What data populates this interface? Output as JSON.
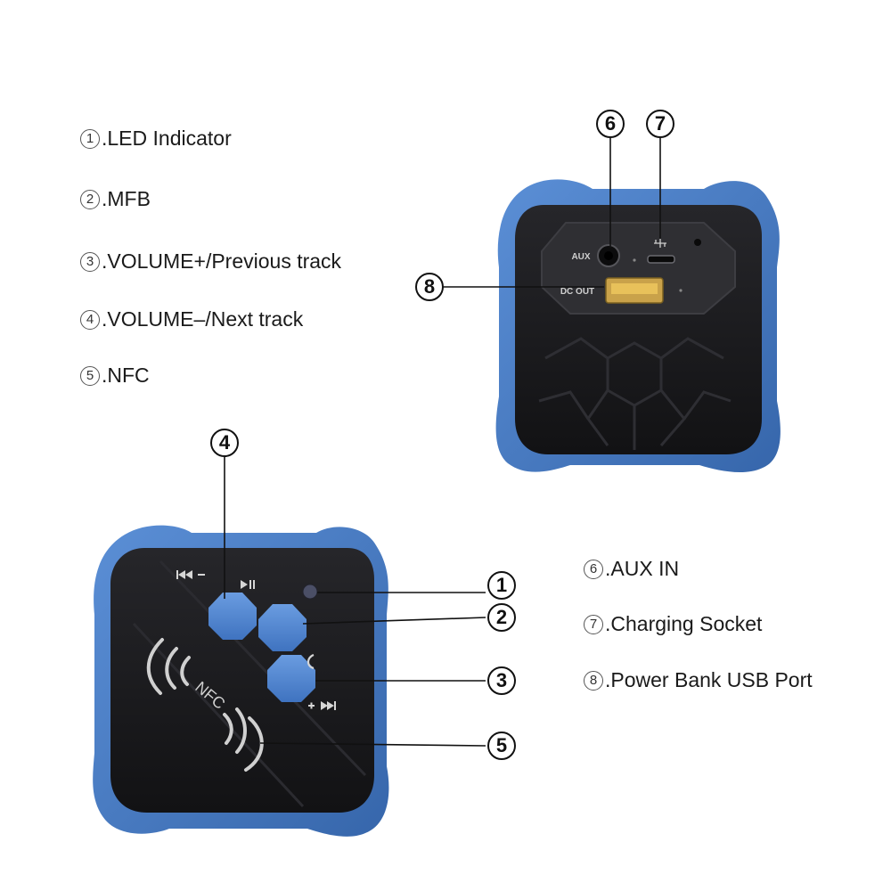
{
  "legend_top": [
    {
      "num": "1",
      "label": ".LED Indicator"
    },
    {
      "num": "2",
      "label": ".MFB"
    },
    {
      "num": "3",
      "label": ".VOLUME+/Previous track"
    },
    {
      "num": "4",
      "label": ".VOLUME–/Next track"
    },
    {
      "num": "5",
      "label": ".NFC"
    }
  ],
  "legend_bottom": [
    {
      "num": "6",
      "label": ".AUX IN"
    },
    {
      "num": "7",
      "label": ".Charging Socket"
    },
    {
      "num": "8",
      "label": ".Power Bank USB Port"
    }
  ],
  "callouts": [
    "1",
    "2",
    "3",
    "4",
    "5",
    "6",
    "7",
    "8"
  ],
  "device_labels": {
    "aux": "AUX",
    "dc_out": "DC OUT",
    "nfc": "NFC"
  },
  "colors": {
    "case_blue": "#4a7fc6",
    "case_blue_dark": "#3567ad",
    "face_black": "#1c1c1e",
    "button_blue": "#4f86d4",
    "usb_yellow": "#e8c15a"
  }
}
